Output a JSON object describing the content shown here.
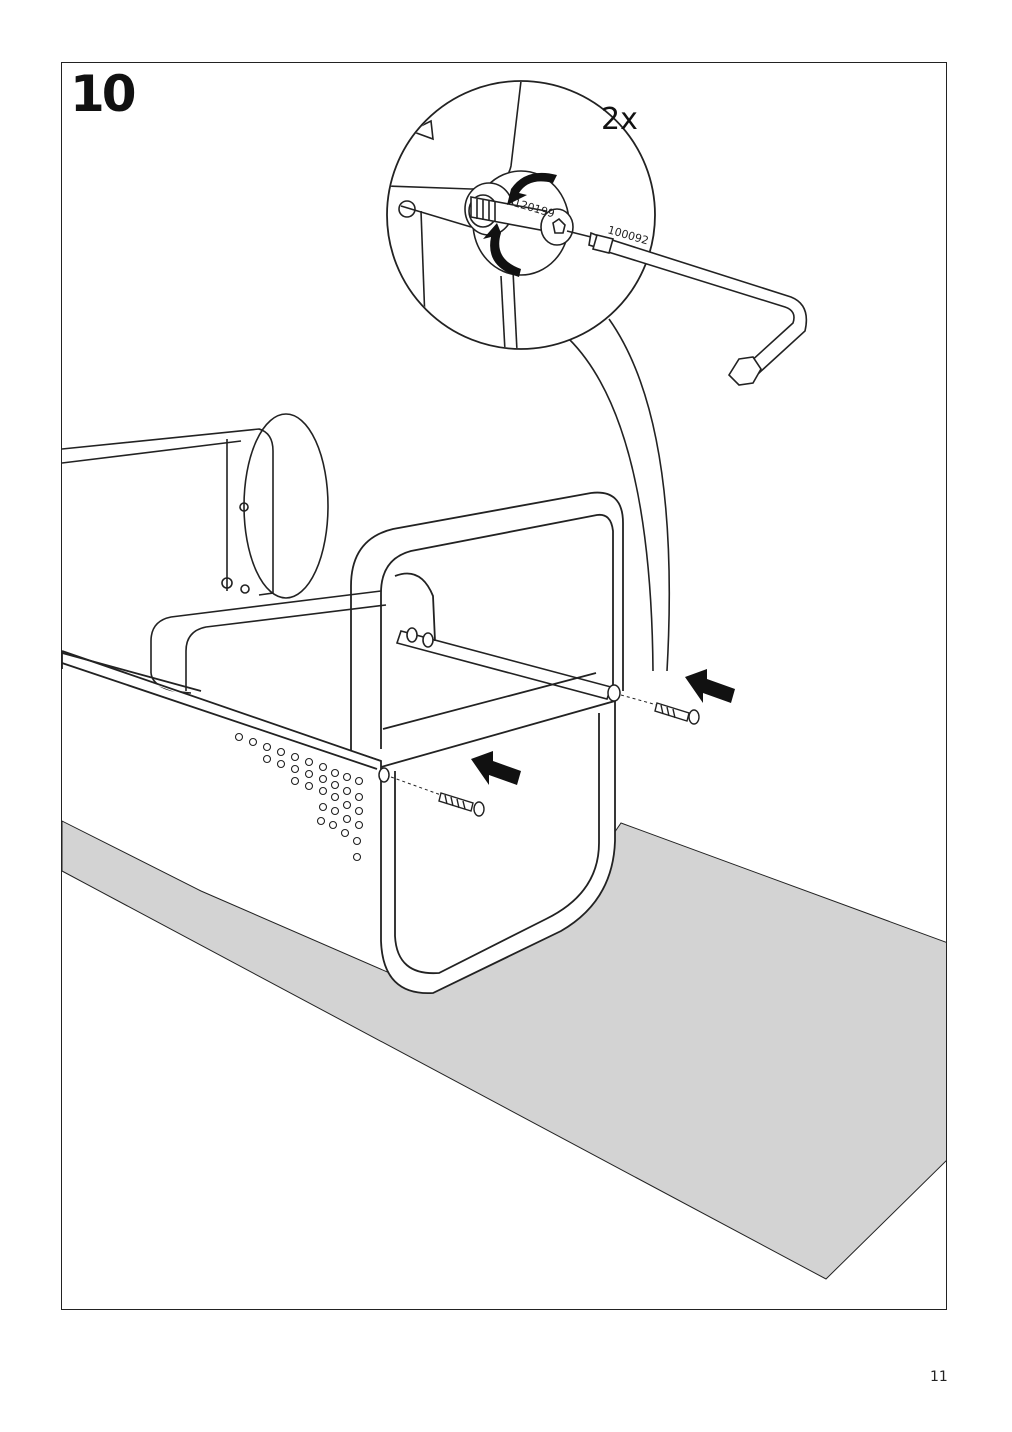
{
  "step": {
    "number": "10",
    "quantity": "2x",
    "parts": {
      "bolt_id": "120199",
      "allen_key_id": "100092"
    }
  },
  "page": {
    "number": "11"
  },
  "colors": {
    "line": "#222222",
    "floor": "#d3d3d3",
    "background": "#ffffff"
  }
}
